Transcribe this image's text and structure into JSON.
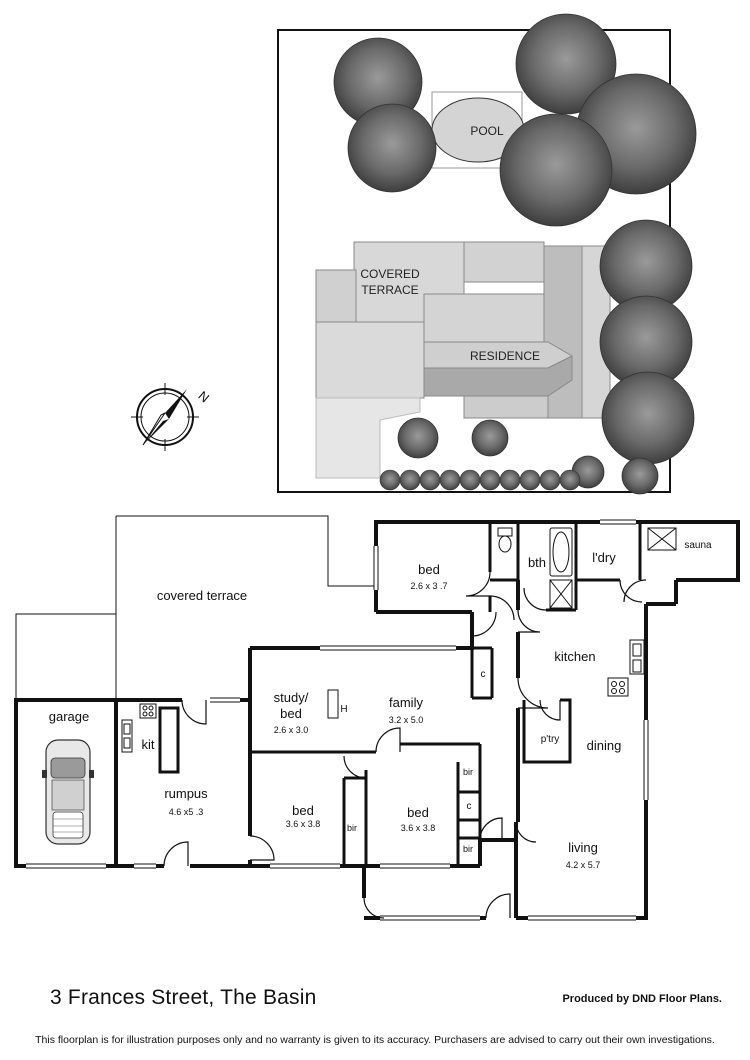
{
  "site": {
    "pool": "POOL",
    "covered_terrace_line1": "COVERED",
    "covered_terrace_line2": "TERRACE",
    "residence": "RESIDENCE",
    "compass_letter": "N"
  },
  "rooms": {
    "covered_terrace": "covered terrace",
    "bed1": {
      "name": "bed",
      "dim": "2.6 x 3 .7"
    },
    "bath": "bth",
    "laundry": "l'dry",
    "sauna": "sauna",
    "kitchen": "kitchen",
    "study": {
      "name_line1": "study/",
      "name_line2": "bed",
      "dim": "2.6 x 3.0"
    },
    "heater": "H",
    "family": {
      "name": "family",
      "dim": "3.2 x 5.0"
    },
    "cupboard": "c",
    "cupboard2": "c",
    "garage": "garage",
    "kit": "kit",
    "pantry": "p'try",
    "dining": "dining",
    "rumpus": {
      "name": "rumpus",
      "dim": "4.6 x5 .3"
    },
    "bed2": {
      "name": "bed",
      "dim": "3.6 x 3.8"
    },
    "bed3": {
      "name": "bed",
      "dim": "3.6 x 3.8"
    },
    "bir1": "bir",
    "bir2": "bir",
    "bir3": "bir",
    "living": {
      "name": "living",
      "dim": "4.2 x 5.7"
    }
  },
  "footer": {
    "address": "3 Frances Street, The Basin",
    "credit": "Produced by DND Floor Plans.",
    "disclaimer": "This floorplan is for illustration purposes only and no warranty is given to its accuracy. Purchasers are advised to carry out their own investigations."
  },
  "colors": {
    "wall": "#111111",
    "roof_light": "#d9d9d9",
    "roof_mid": "#c4c4c4",
    "roof_dark": "#a8a8a8",
    "tree": "#6e6e6e",
    "tree_dark": "#4a4a4a"
  }
}
